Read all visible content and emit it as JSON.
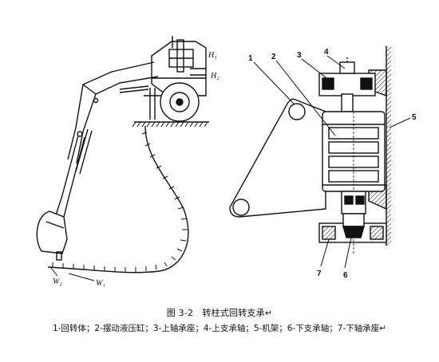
{
  "figure": {
    "caption": "图 3-2　转柱式回转支承↵",
    "legend": "1-回转体；2-摆动液压缸；3-上轴承座；4-上支承轴；5-机架；6-下支承轴；7-下轴承座↵"
  },
  "left_diagram": {
    "labels": {
      "h1": "H₁",
      "h2": "H₂",
      "w1": "W₁",
      "w2": "W₂"
    }
  },
  "right_diagram": {
    "callouts": [
      "1",
      "2",
      "3",
      "4",
      "5",
      "6",
      "7"
    ]
  }
}
